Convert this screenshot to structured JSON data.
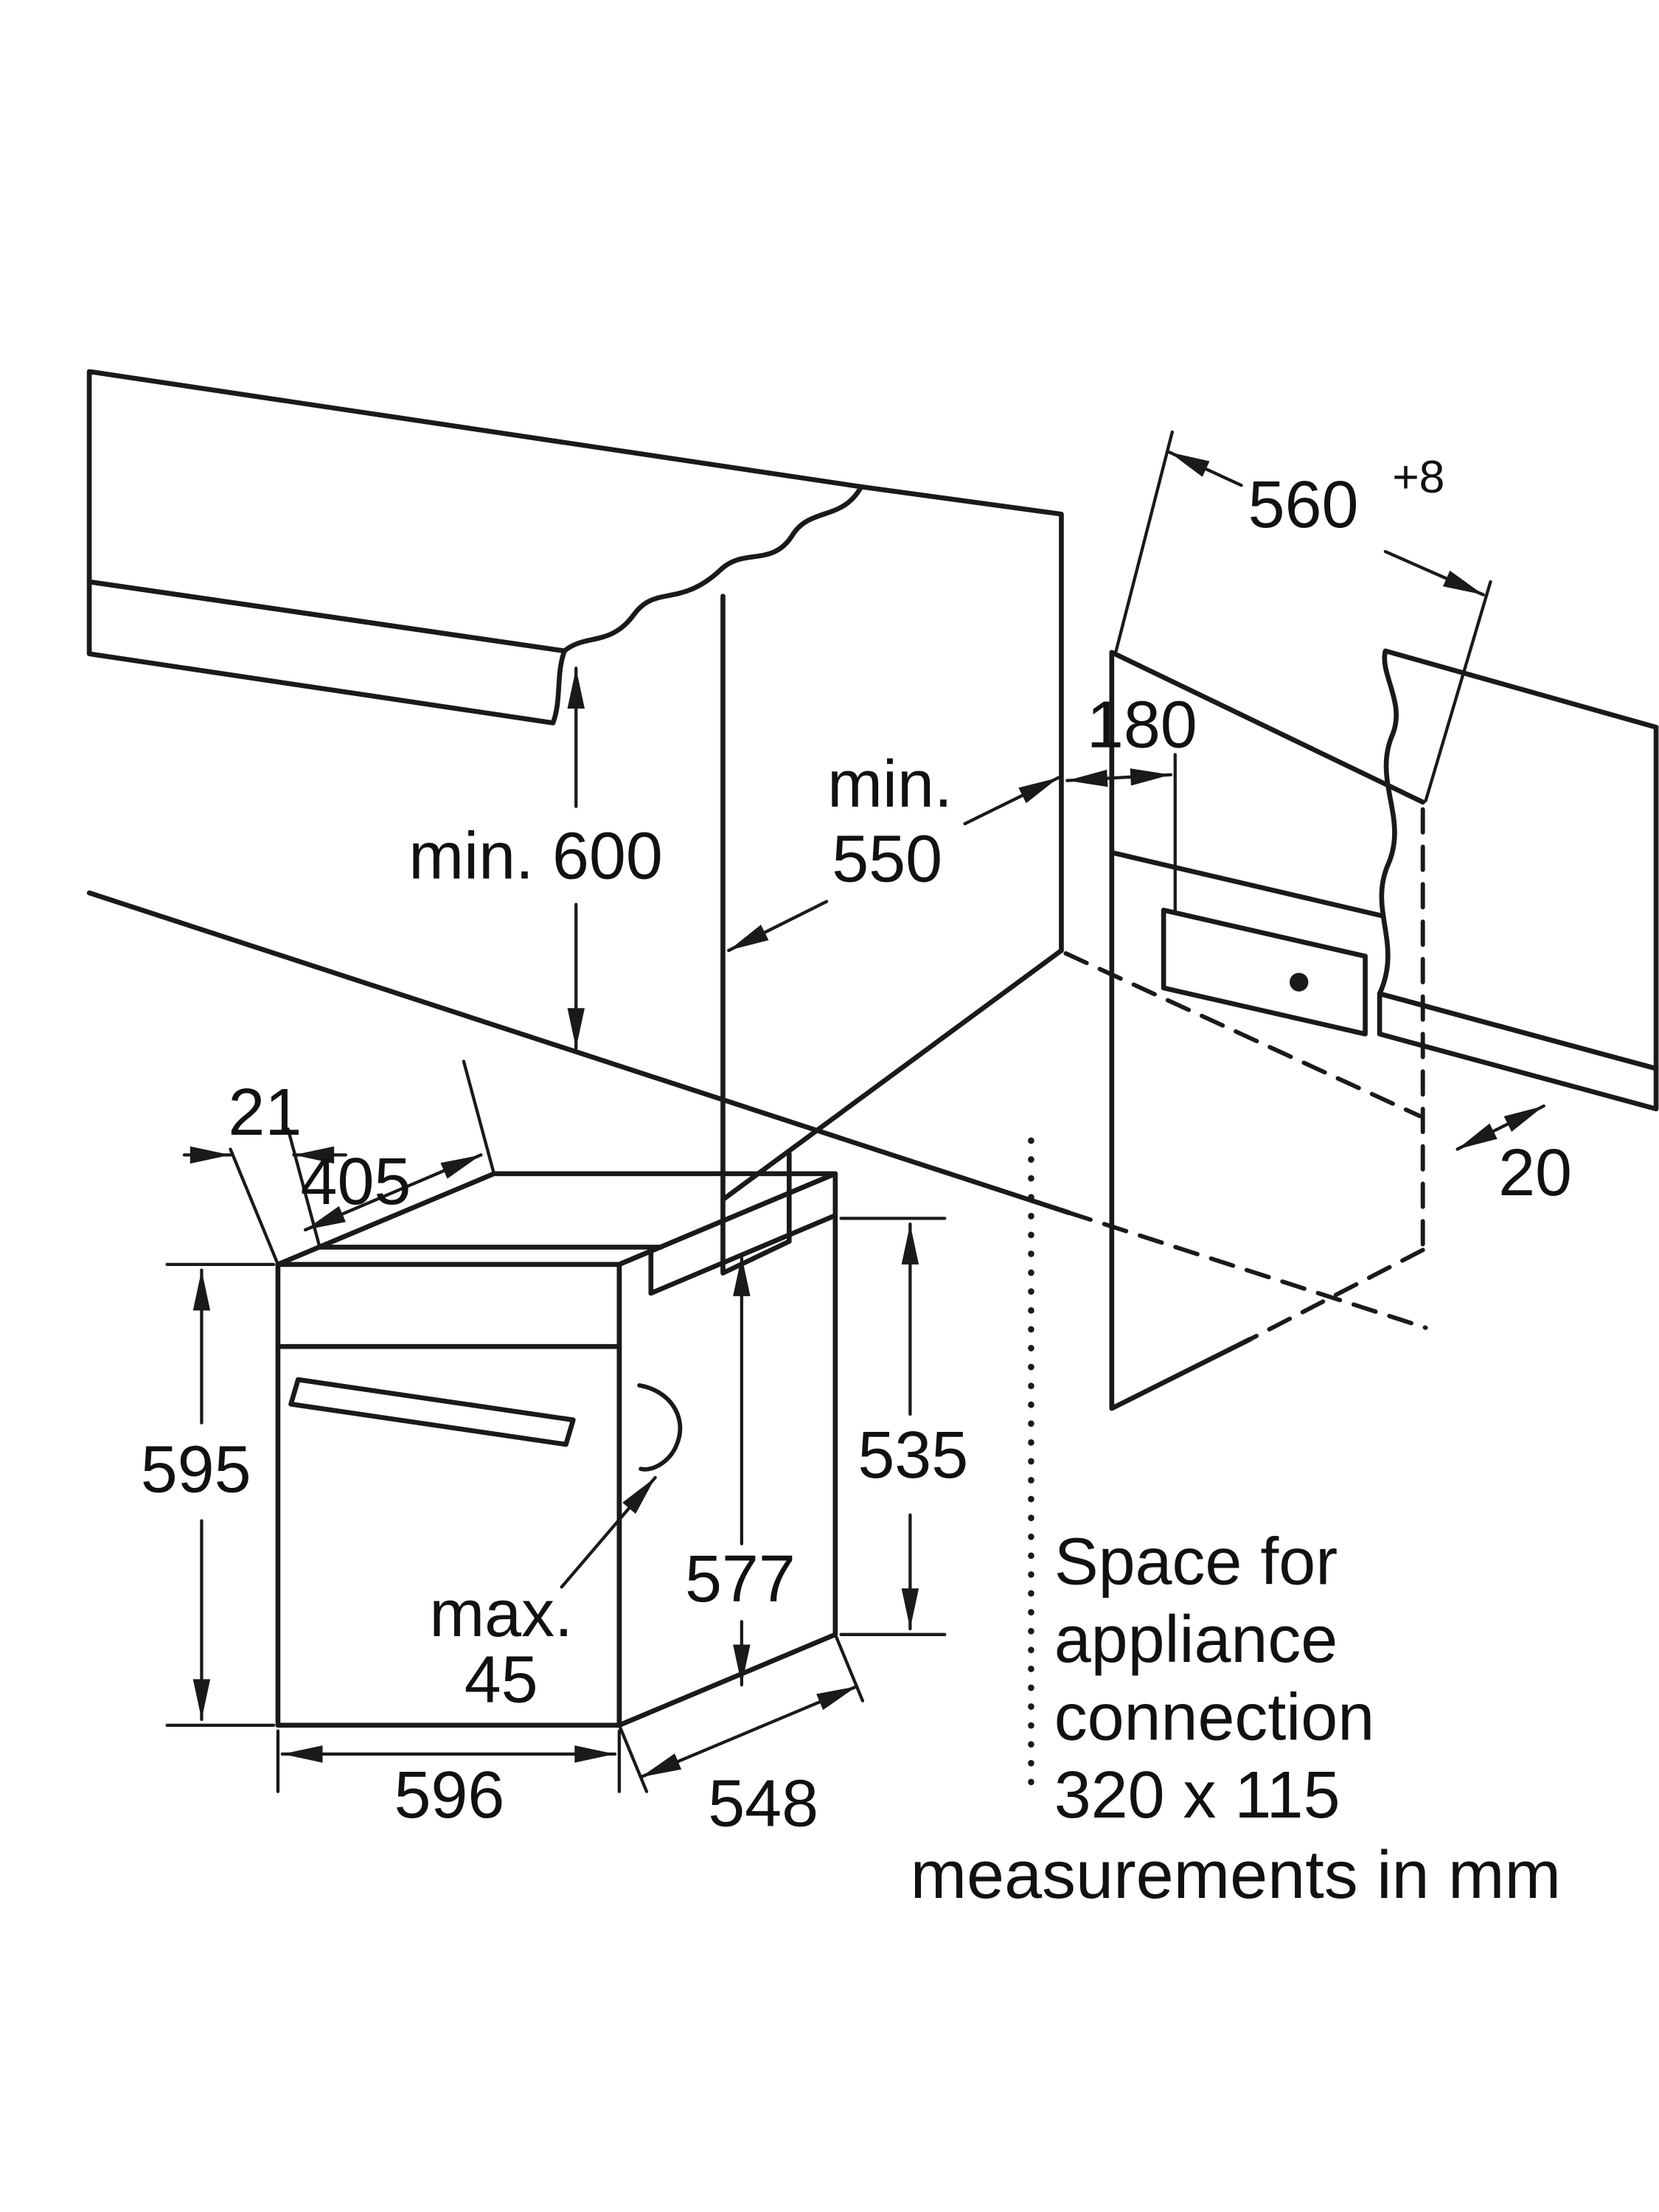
{
  "colors": {
    "line": "#1a1a1a",
    "worktop_fill": "#c7c8ca",
    "worktop_edge_fill": "#e9eaeb",
    "background": "#ffffff"
  },
  "labels": {
    "niche_width": "560",
    "niche_width_tolerance": "+8",
    "connection_offset": "180",
    "niche_depth_prefix": "min.",
    "niche_depth_value": "550",
    "niche_height": "min. 600",
    "rear_gap": "20",
    "front_frame_depth": "21",
    "top_recess_depth": "405",
    "oven_front_height": "595",
    "oven_body_height": "535",
    "oven_overall_height": "577",
    "door_projection_prefix": "max.",
    "door_projection_value": "45",
    "oven_width": "596",
    "oven_depth": "548",
    "note_line1": "Space for",
    "note_line2": "appliance",
    "note_line3": "connection",
    "note_line4": "320 x 115",
    "units_note": "measurements in mm"
  }
}
